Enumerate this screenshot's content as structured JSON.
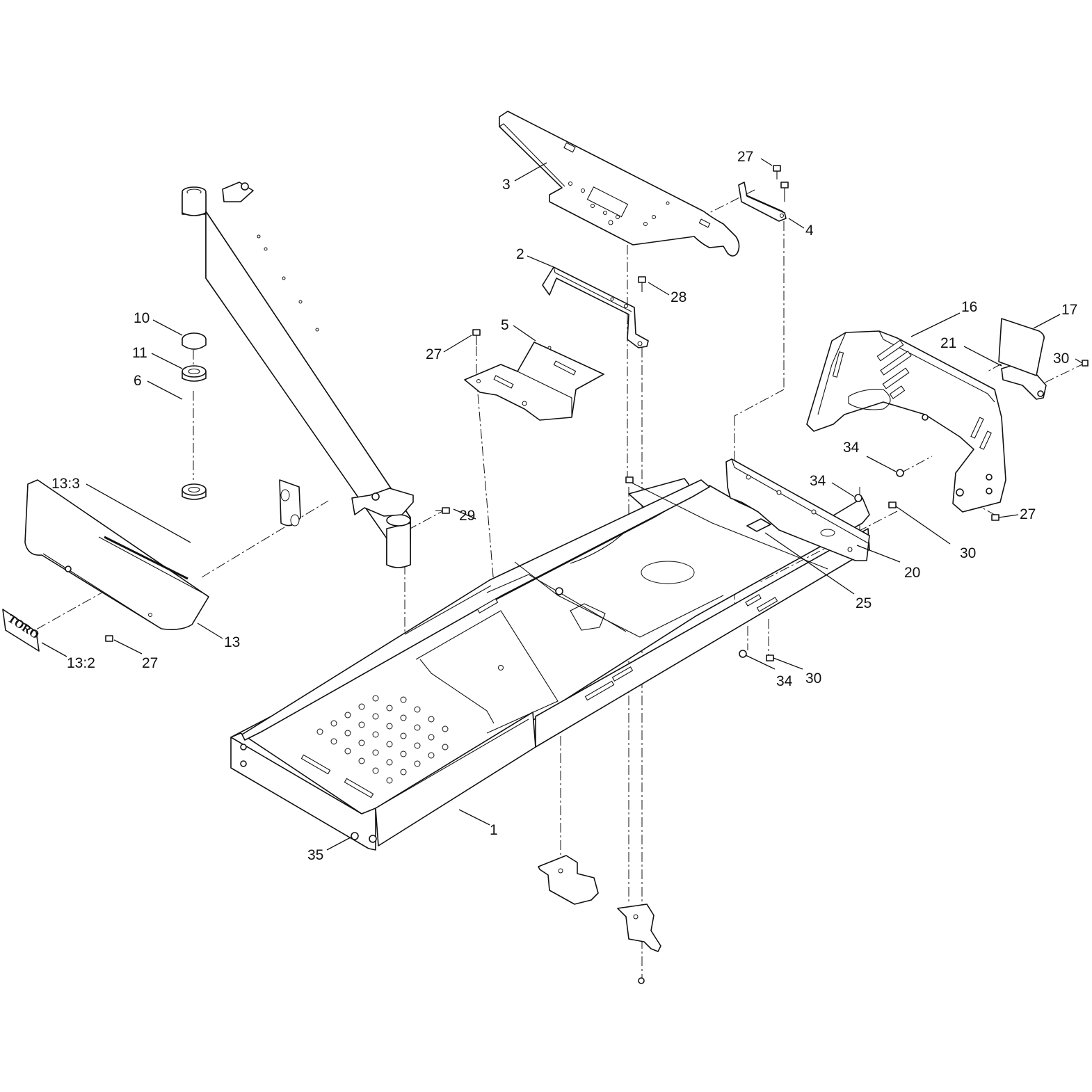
{
  "diagram": {
    "logo_text": "TORO",
    "callouts": {
      "c1": "1",
      "c2": "2",
      "c3": "3",
      "c4": "4",
      "c5": "5",
      "c6": "6",
      "c10": "10",
      "c11": "11",
      "c13": "13",
      "c13_2": "13:2",
      "c13_3": "13:3",
      "c16": "16",
      "c17": "17",
      "c20": "20",
      "c21": "21",
      "c25": "25",
      "c27a": "27",
      "c27b": "27",
      "c27c": "27",
      "c27d": "27",
      "c28": "28",
      "c29": "29",
      "c30a": "30",
      "c30b": "30",
      "c30c": "30",
      "c34a": "34",
      "c34b": "34",
      "c34c": "34",
      "c35": "35"
    }
  }
}
